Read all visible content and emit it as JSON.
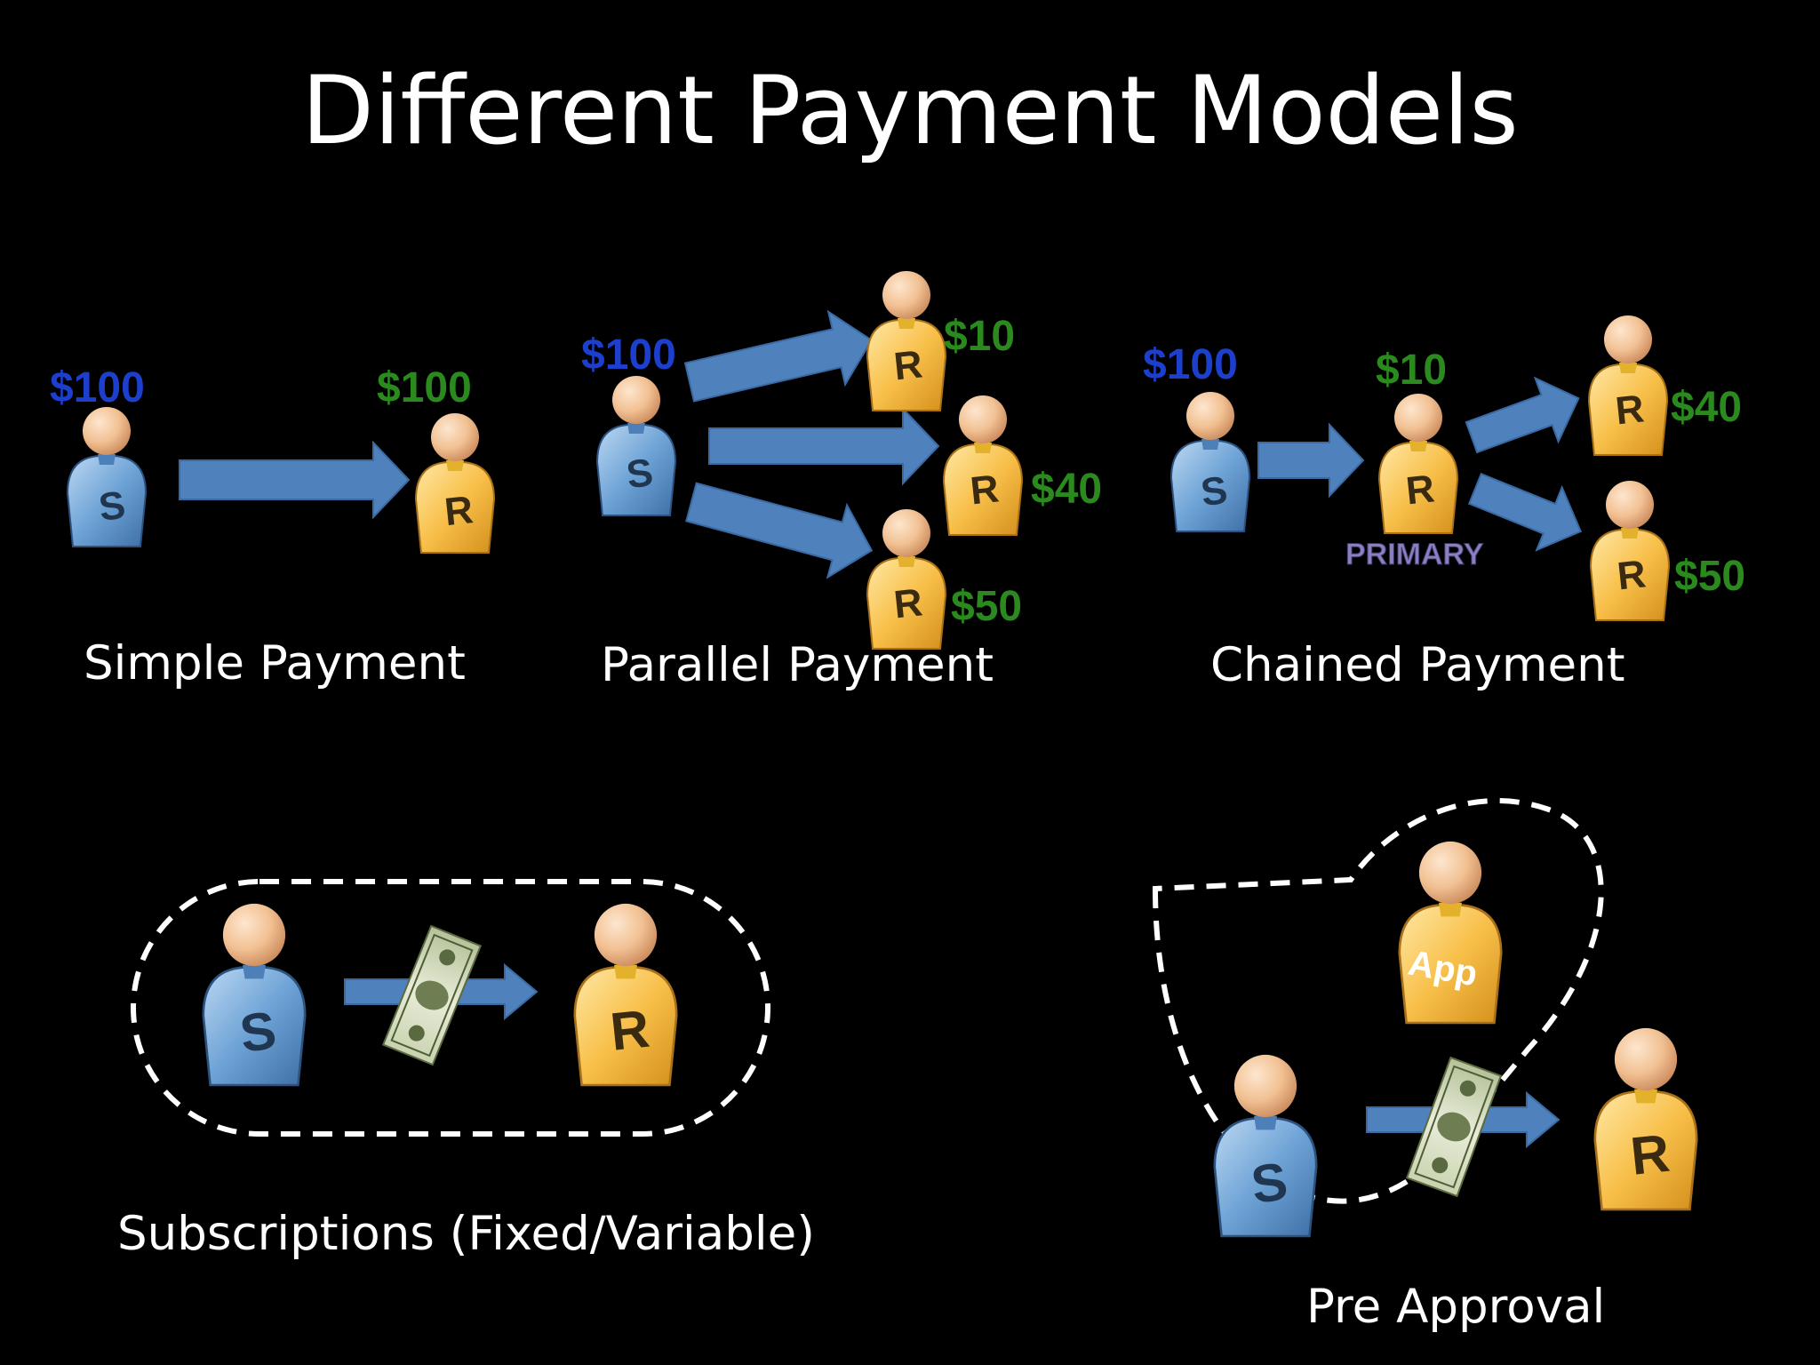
{
  "title": "Different Payment Models",
  "colors": {
    "background": "#000000",
    "sender_blue": "#5a92c8",
    "receiver_yellow": "#f6b93b",
    "sender_amount": "#1c3fce",
    "receiver_amount": "#2a8a1e",
    "arrow": "#4f81bd",
    "primary_label": "#8a7fc0"
  },
  "simple": {
    "caption": "Simple Payment",
    "sender_amount": "$100",
    "receiver_amount": "$100",
    "sender_letter": "S",
    "receiver_letter": "R"
  },
  "parallel": {
    "caption": "Parallel Payment",
    "sender_amount": "$100",
    "sender_letter": "S",
    "receivers": [
      {
        "letter": "R",
        "amount": "$10"
      },
      {
        "letter": "R",
        "amount": "$40"
      },
      {
        "letter": "R",
        "amount": "$50"
      }
    ]
  },
  "chained": {
    "caption": "Chained Payment",
    "sender_amount": "$100",
    "sender_letter": "S",
    "primary": {
      "letter": "R",
      "amount": "$10",
      "label": "PRIMARY"
    },
    "secondary": [
      {
        "letter": "R",
        "amount": "$40"
      },
      {
        "letter": "R",
        "amount": "$50"
      }
    ]
  },
  "subscriptions": {
    "caption": "Subscriptions (Fixed/Variable)",
    "sender_letter": "S",
    "receiver_letter": "R"
  },
  "preapproval": {
    "caption": "Pre Approval",
    "app_label": "App",
    "sender_letter": "S",
    "receiver_letter": "R"
  },
  "icons": [
    "person-sender-icon",
    "person-receiver-icon",
    "arrow-icon",
    "dollar-bill-icon"
  ]
}
